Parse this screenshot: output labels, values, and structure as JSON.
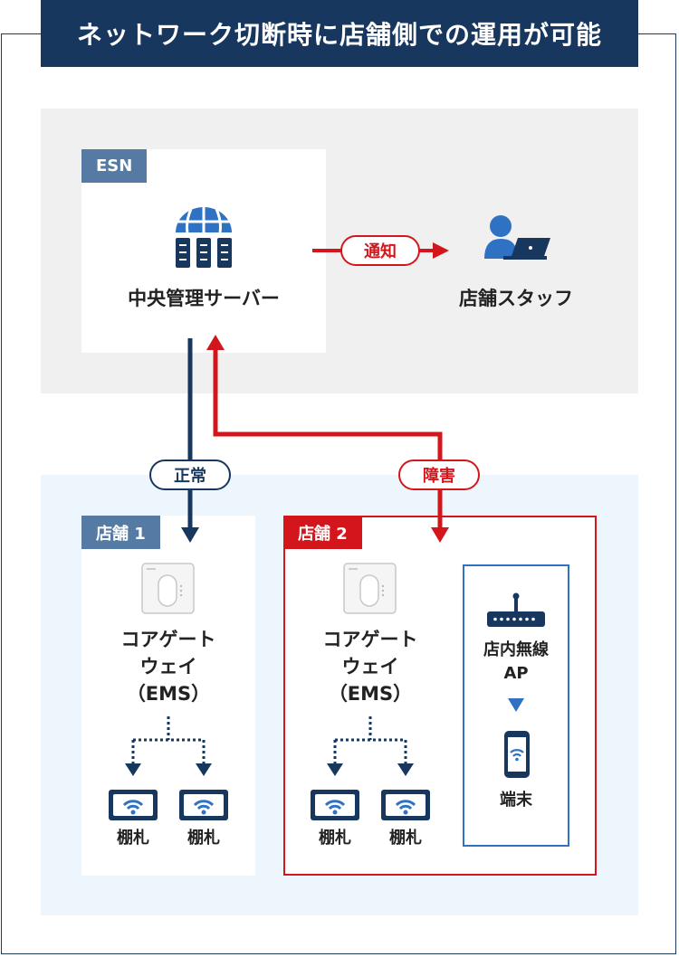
{
  "title": "ネットワーク切断時に店舗側での運用が可能",
  "esn": {
    "tag": "ESN",
    "server_label": "中央管理サーバー",
    "staff_label": "店舗スタッフ",
    "notify_label": "通知"
  },
  "links": {
    "normal_label": "正常",
    "failure_label": "障害"
  },
  "store1": {
    "tag": "店舗 1",
    "gateway_line1": "コアゲート",
    "gateway_line2": "ウェイ",
    "gateway_line3": "（EMS）",
    "shelf_label_a": "棚札",
    "shelf_label_b": "棚札"
  },
  "store2": {
    "tag": "店舗 2",
    "gateway_line1": "コアゲート",
    "gateway_line2": "ウェイ",
    "gateway_line3": "（EMS）",
    "shelf_label_a": "棚札",
    "shelf_label_b": "棚札",
    "ap_line1": "店内無線",
    "ap_line2": "AP",
    "terminal_label": "端末"
  },
  "colors": {
    "navy": "#17375e",
    "red": "#d2161c",
    "blue": "#2f72c4",
    "tag_blue": "#557aa3"
  }
}
